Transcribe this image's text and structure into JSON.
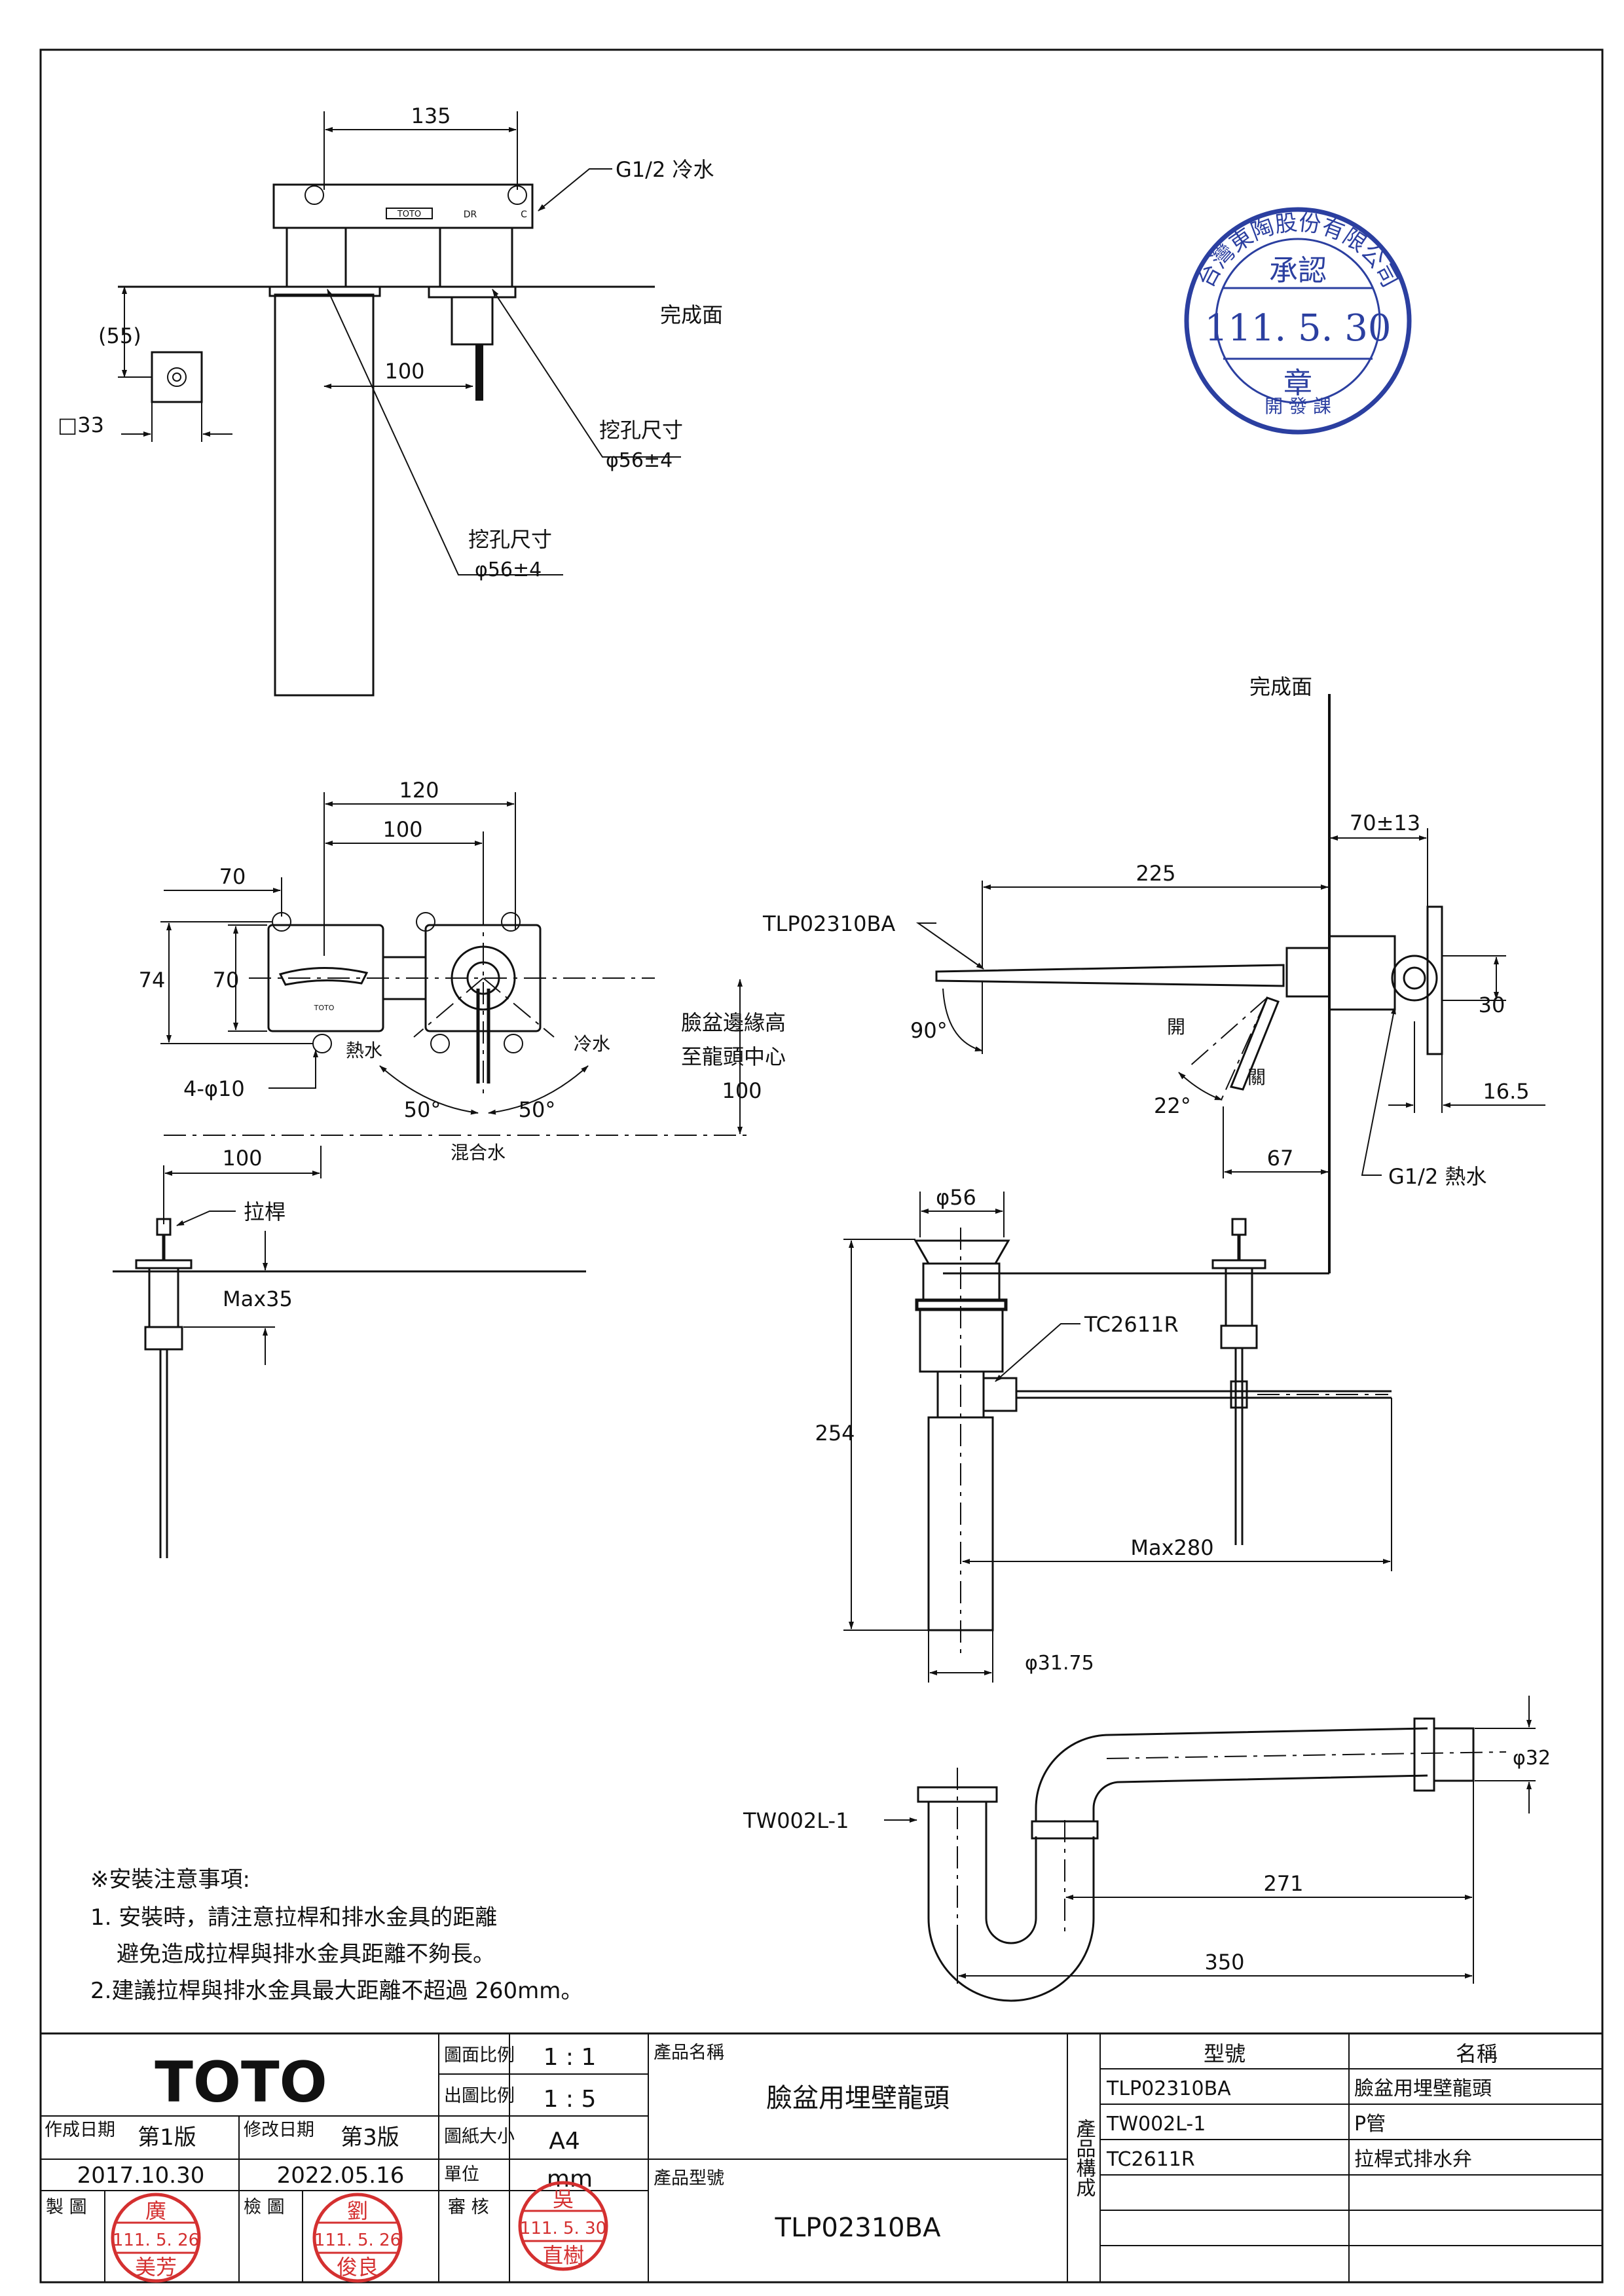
{
  "view_top": {
    "dim_135": "135",
    "cold_inlet": "G1/2 冷水",
    "finish_surface": "完成面",
    "dim_55": "(55)",
    "dim_100": "100",
    "dim_sq33": "□33",
    "hole1_title": "挖孔尺寸",
    "hole1_dim": "φ56±4",
    "hole2_title": "挖孔尺寸",
    "hole2_dim": "φ56±4",
    "body_mark_toto": "TOTO",
    "body_mark_dr": "DR",
    "body_mark_c": "C"
  },
  "view_front": {
    "dim_120": "120",
    "dim_100": "100",
    "dim_70_top": "70",
    "dim_74": "74",
    "dim_70_left": "70",
    "hot_water": "熱水",
    "cold_water": "冷水",
    "holes": "4-φ10",
    "angle_left": "50°",
    "angle_right": "50°",
    "mixed_water": "混合水",
    "basin_note_line1": "臉盆邊緣高",
    "basin_note_line2": "至龍頭中心",
    "basin_note_value": "100",
    "plate_mark": "TOTO"
  },
  "view_side": {
    "finish_surface": "完成面",
    "model": "TLP02310BA",
    "dim_225": "225",
    "dim_70_13": "70±13",
    "angle_90": "90°",
    "open": "開",
    "close": "關",
    "angle_22": "22°",
    "dim_30": "30",
    "dim_16_5": "16.5",
    "dim_67": "67",
    "hot_inlet": "G1/2 熱水"
  },
  "view_rod": {
    "dim_100": "100",
    "rod": "拉桿",
    "max35": "Max35"
  },
  "view_drain": {
    "dim_56": "φ56",
    "part_tc": "TC2611R",
    "dim_254": "254",
    "max280": "Max280",
    "dim_3175": "φ31.75"
  },
  "view_trap": {
    "part_tw": "TW002L-1",
    "dim_32": "φ32",
    "dim_271": "271",
    "dim_350": "350"
  },
  "notes": {
    "title": "※安裝注意事項:",
    "line1": "1. 安裝時，請注意拉桿和排水金具的距離",
    "line2": "避免造成拉桿與排水金具距離不夠長。",
    "line3": "2.建議拉桿與排水金具最大距離不超過 260mm。"
  },
  "stamp_approval": {
    "ring_text": "台灣東陶股份有限公司",
    "approve": "承認",
    "date": "111. 5. 30",
    "seal": "章",
    "dept": "開  發  課"
  },
  "title_block": {
    "brand": "TOTO",
    "drawing_scale_label": "圖面比例",
    "drawing_scale": "1 : 1",
    "output_scale_label": "出圖比例",
    "output_scale": "1 : 5",
    "paper_label": "圖紙大小",
    "paper": "A4",
    "unit_label": "單位",
    "unit": "mm",
    "created_label": "作成日期",
    "created_ver": "第1版",
    "created_date": "2017.10.30",
    "revised_label": "修改日期",
    "revised_ver": "第3版",
    "revised_date": "2022.05.16",
    "drawn_label": "製 圖",
    "checked_label": "檢 圖",
    "review_label": "審 核",
    "product_name_label": "產品名稱",
    "product_name": "臉盆用埋壁龍頭",
    "product_model_label": "產品型號",
    "product_model": "TLP02310BA",
    "composition_label": "產品構成",
    "col_model": "型號",
    "col_name": "名稱",
    "parts": [
      {
        "model": "TLP02310BA",
        "name": "臉盆用埋壁龍頭"
      },
      {
        "model": "TW002L-1",
        "name": "P管"
      },
      {
        "model": "TC2611R",
        "name": "拉桿式排水弁"
      }
    ],
    "stamp_drawn": {
      "name_top": "廣",
      "date": "111. 5. 26",
      "name_bottom": "美芳"
    },
    "stamp_checked": {
      "name_top": "劉",
      "date": "111. 5. 26",
      "name_bottom": "俊良"
    },
    "stamp_review": {
      "name_top": "吳",
      "date": "111. 5. 30",
      "name_bottom": "直樹"
    }
  },
  "colors": {
    "line": "#111111",
    "stamp_red": "#d43030",
    "stamp_blue": "#2b3fa0"
  }
}
